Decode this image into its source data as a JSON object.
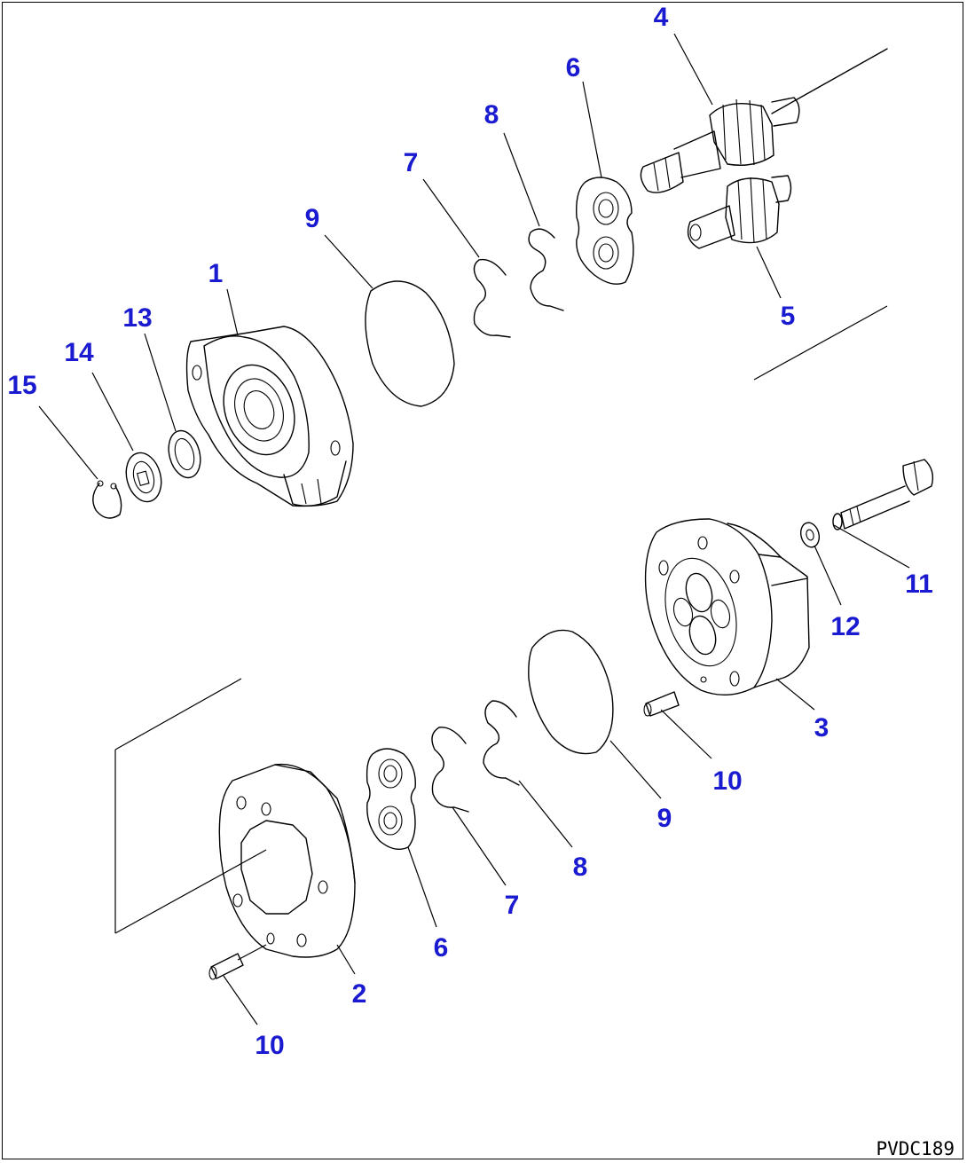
{
  "drawing_code": "PVDC189",
  "callouts": [
    {
      "id": "c1",
      "text": "1"
    },
    {
      "id": "c2",
      "text": "2"
    },
    {
      "id": "c3",
      "text": "3"
    },
    {
      "id": "c4",
      "text": "4"
    },
    {
      "id": "c5",
      "text": "5"
    },
    {
      "id": "c6a",
      "text": "6"
    },
    {
      "id": "c6b",
      "text": "6"
    },
    {
      "id": "c7a",
      "text": "7"
    },
    {
      "id": "c7b",
      "text": "7"
    },
    {
      "id": "c8a",
      "text": "8"
    },
    {
      "id": "c8b",
      "text": "8"
    },
    {
      "id": "c9a",
      "text": "9"
    },
    {
      "id": "c9b",
      "text": "9"
    },
    {
      "id": "c10a",
      "text": "10"
    },
    {
      "id": "c10b",
      "text": "10"
    },
    {
      "id": "c11",
      "text": "11"
    },
    {
      "id": "c12",
      "text": "12"
    },
    {
      "id": "c13",
      "text": "13"
    },
    {
      "id": "c14",
      "text": "14"
    },
    {
      "id": "c15",
      "text": "15"
    }
  ],
  "colors": {
    "callout": "#1a1ad0",
    "line": "#000000"
  }
}
